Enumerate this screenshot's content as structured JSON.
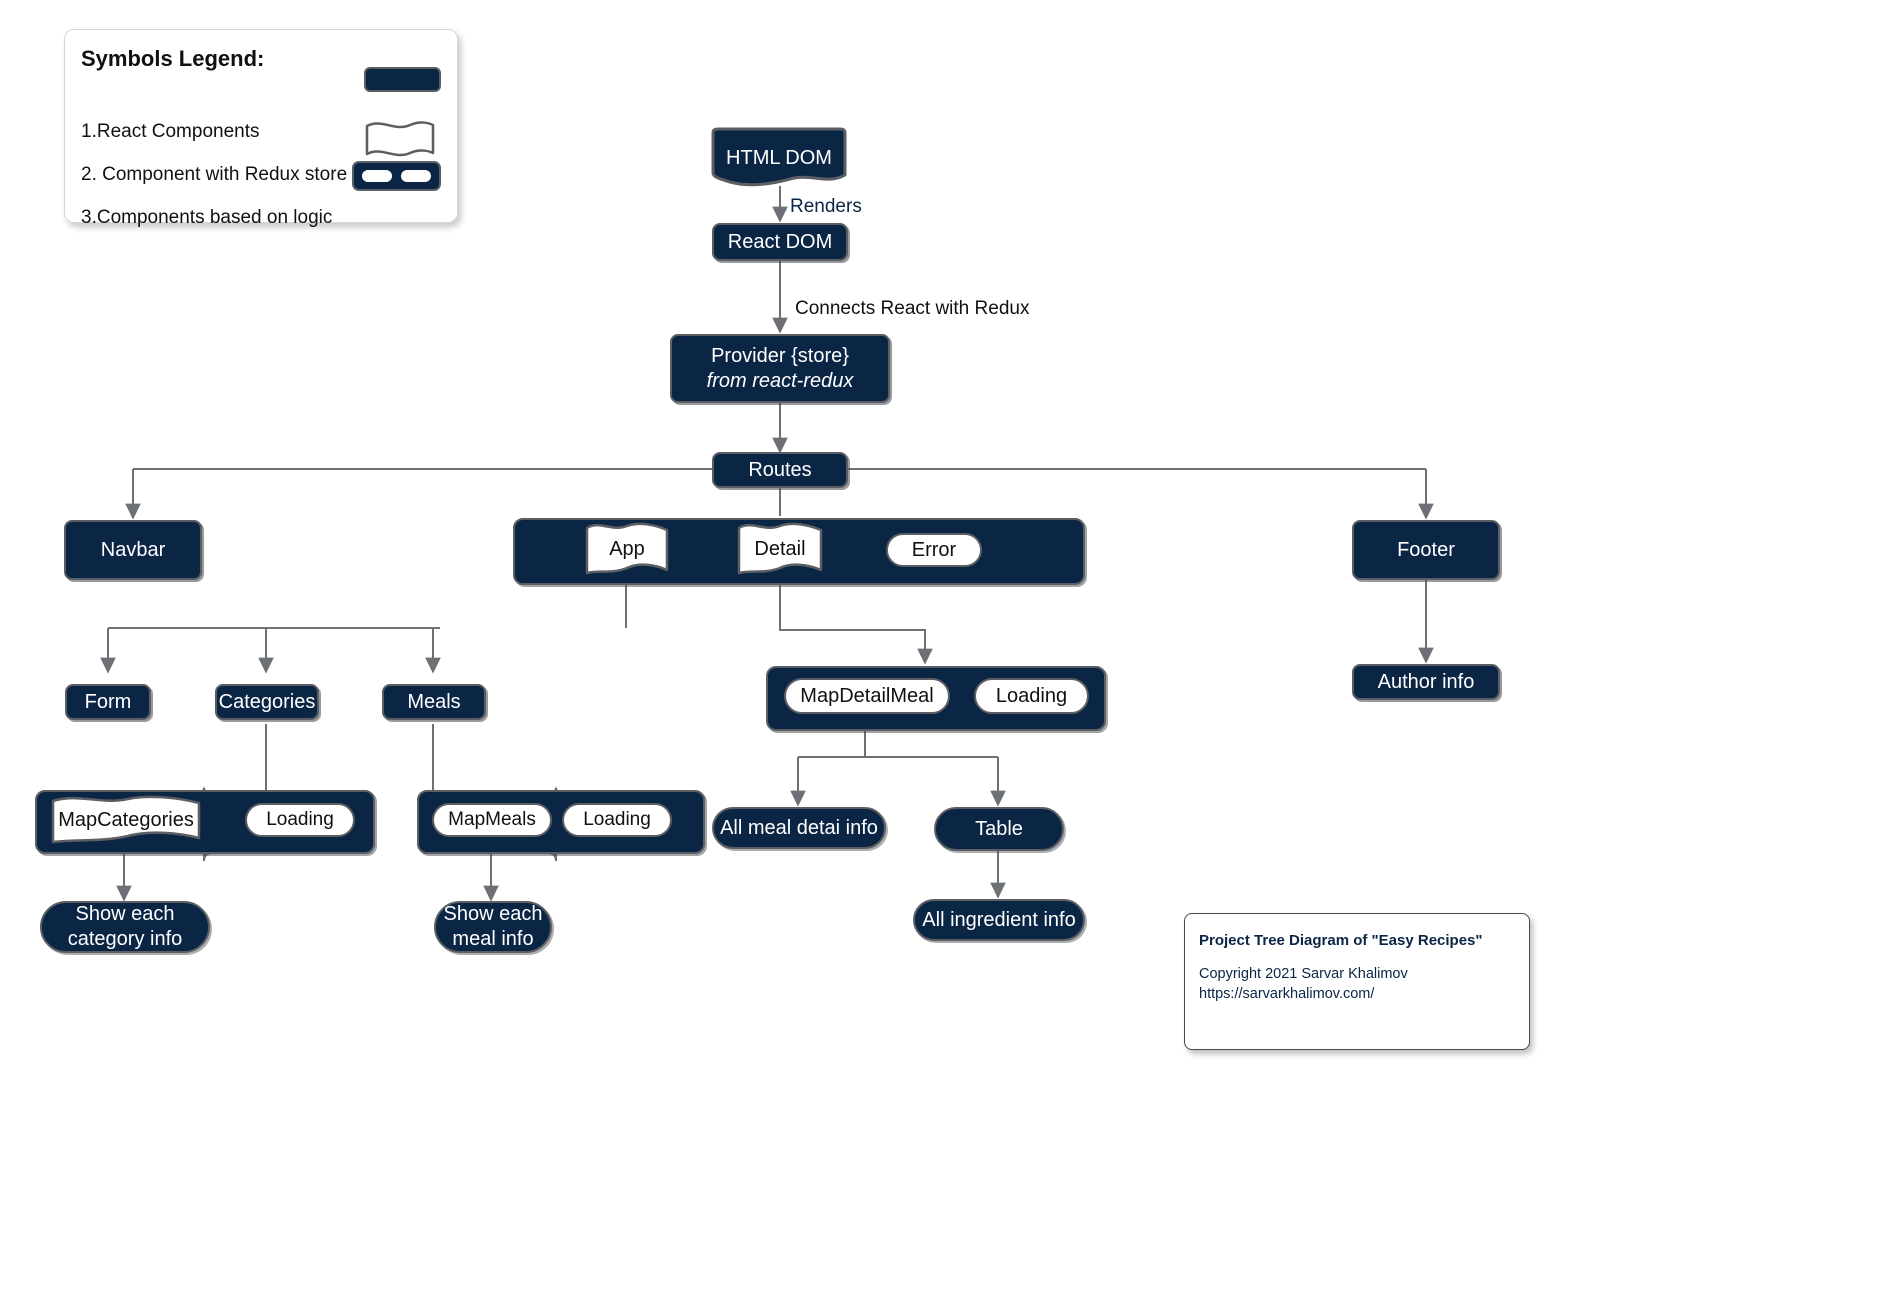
{
  "legend": {
    "title": "Symbols Legend:",
    "items": [
      {
        "label": "1.React Components",
        "symbol": "rounded-rect-dark"
      },
      {
        "label": "2. Component with Redux store",
        "symbol": "wave-outline"
      },
      {
        "label": "3.Components based on logic",
        "symbol": "container-with-two-pills"
      }
    ]
  },
  "colors": {
    "node_fill": "#0b2545",
    "node_stroke": "#5b5f63",
    "node_text": "#ffffff",
    "edge": "#6d7175",
    "canvas": "#ffffff"
  },
  "nodes": {
    "html_dom": "HTML DOM",
    "react_dom": "React DOM",
    "provider_line1": "Provider {store}",
    "provider_line2": "from react-redux",
    "routes": "Routes",
    "navbar": "Navbar",
    "footer": "Footer",
    "app": "App",
    "detail": "Detail",
    "error": "Error",
    "author_info": "Author info",
    "form": "Form",
    "categories": "Categories",
    "meals": "Meals",
    "map_detail_meal": "MapDetailMeal",
    "loading_detail": "Loading",
    "map_categories": "MapCategories",
    "loading_categories": "Loading",
    "map_meals": "MapMeals",
    "loading_meals": "Loading",
    "all_meal_detail_info": "All meal detai info",
    "table": "Table",
    "show_each_category_info_l1": "Show each",
    "show_each_category_info_l2": "category info",
    "show_each_meal_info_l1": "Show each",
    "show_each_meal_info_l2": "meal info",
    "all_ingredient_info": "All ingredient info"
  },
  "edge_labels": {
    "renders": "Renders",
    "connects": "Connects React with Redux"
  },
  "credit": {
    "title": "Project Tree Diagram of \"Easy Recipes\"",
    "line1": "Copyright 2021 Sarvar Khalimov",
    "line2": "https://sarvarkhalimov.com/"
  }
}
